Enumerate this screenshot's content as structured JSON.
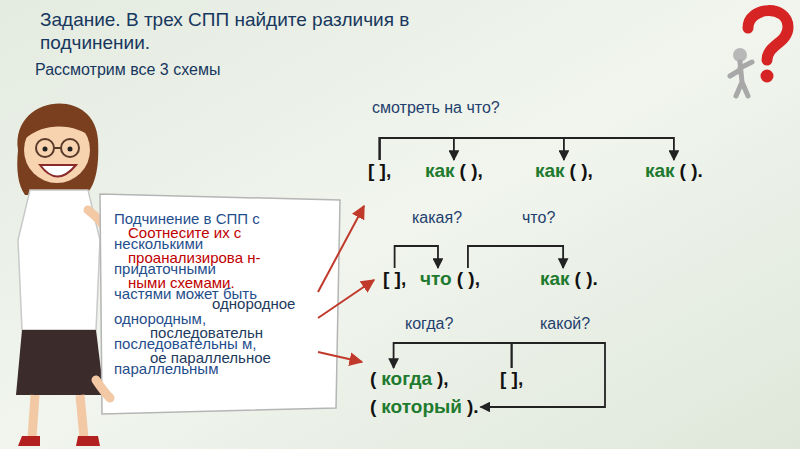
{
  "diagram": {
    "title": "Задание. В трех СПП найдите различия в подчинении.",
    "nodes": [
      {
        "text": [
          "[ ],"
        ]
      },
      {
        "text": [
          "как",
          "( ),"
        ]
      },
      {
        "text": [
          "как",
          "( ),"
        ]
      },
      {
        "text": [
          "как",
          "( )."
        ]
      },
      {
        "text": [
          "[ ],"
        ]
      },
      {
        "text": [
          "что",
          "( ),"
        ]
      },
      {
        "text": [
          "как",
          "( )."
        ]
      },
      {
        "text": [
          "(",
          "когда",
          "),"
        ]
      },
      {
        "text": [
          "[ ],"
        ]
      },
      {
        "text": [
          "(",
          "который",
          ")."
        ]
      }
    ],
    "edges": [
      {
        "from": 0,
        "to": 1,
        "arrow": "to"
      },
      {
        "from": 0,
        "to": 2,
        "arrow": "to"
      },
      {
        "from": 0,
        "to": 3,
        "arrow": "to"
      },
      {
        "from": 4,
        "to": 5,
        "arrow": "to"
      },
      {
        "from": 5,
        "to": 6,
        "arrow": "to"
      },
      {
        "from": 8,
        "to": 7,
        "arrow": "to"
      },
      {
        "from": 8,
        "to": 9,
        "arrow": "to"
      }
    ],
    "labels": [
      "Рассмотрим все 3 схемы",
      "Подчинение в СПП с несколькими придаточными частями может быть однородным, последовательны м, параллельным",
      "Соотнесите их с проанализирова н-ными схемами.",
      "однородное",
      "последовательн ое параллельное",
      "смотреть на что?",
      "какая?",
      "что?",
      "когда?",
      "какой?"
    ]
  }
}
